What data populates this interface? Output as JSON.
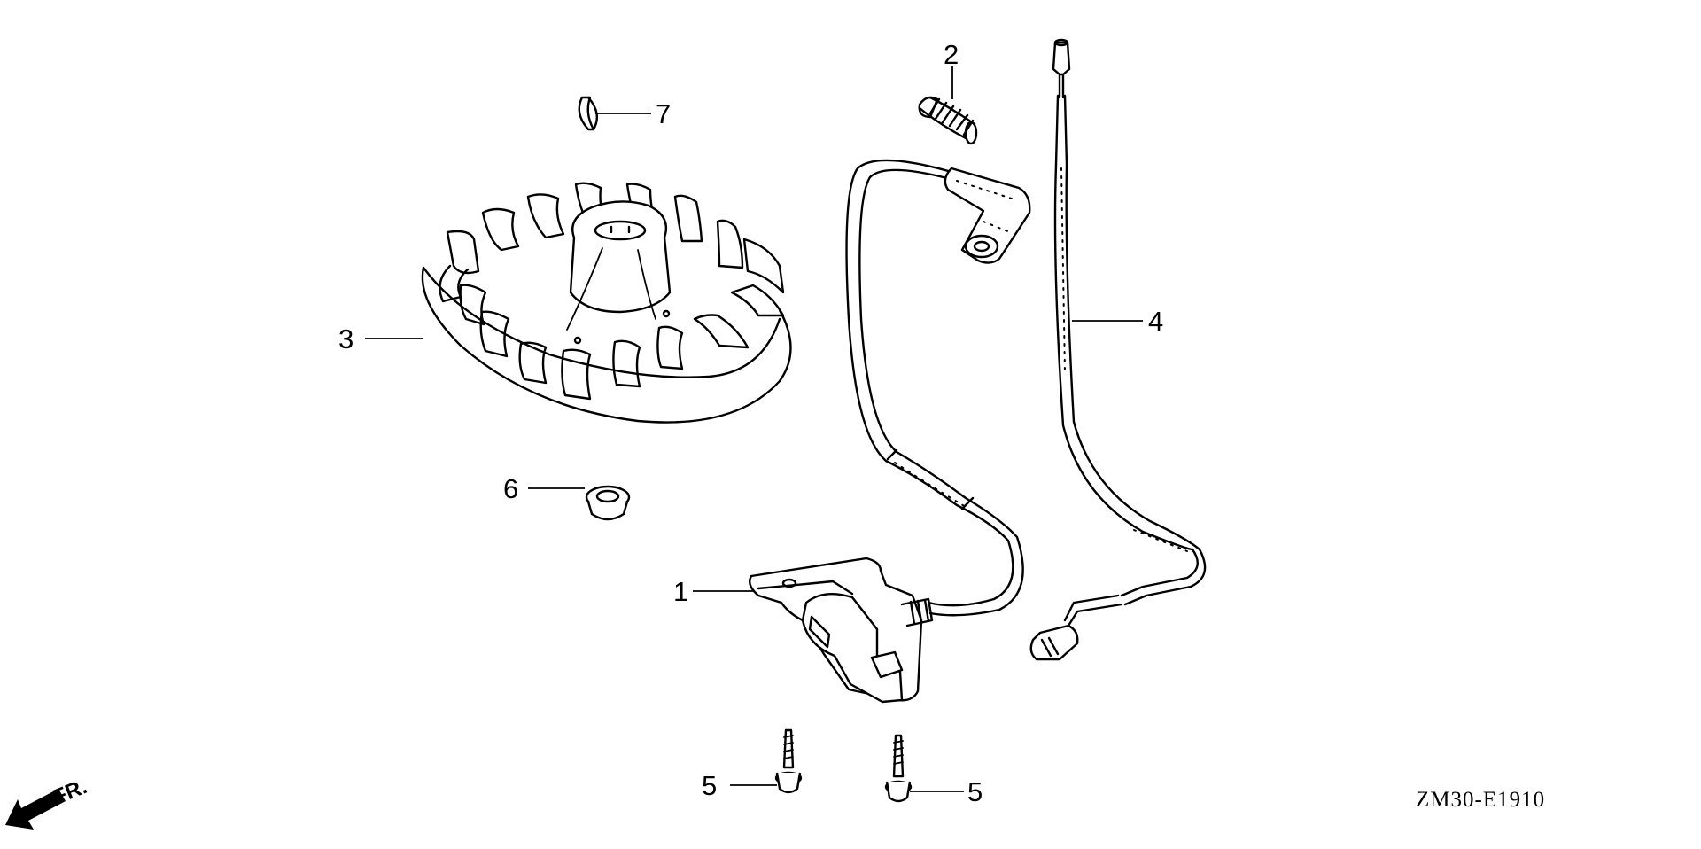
{
  "parts": [
    {
      "ref": "1",
      "name": "ignition-coil"
    },
    {
      "ref": "2",
      "name": "spring"
    },
    {
      "ref": "3",
      "name": "flywheel"
    },
    {
      "ref": "4",
      "name": "stop-switch-wire"
    },
    {
      "ref": "5",
      "name": "bolt"
    },
    {
      "ref": "6",
      "name": "flange-nut"
    },
    {
      "ref": "7",
      "name": "woodruff-key"
    }
  ],
  "callouts": {
    "c1": "1",
    "c2": "2",
    "c3": "3",
    "c4": "4",
    "c5a": "5",
    "c5b": "5",
    "c6": "6",
    "c7": "7"
  },
  "front_arrow": "FR.",
  "diagram_code": "ZM30-E1910"
}
